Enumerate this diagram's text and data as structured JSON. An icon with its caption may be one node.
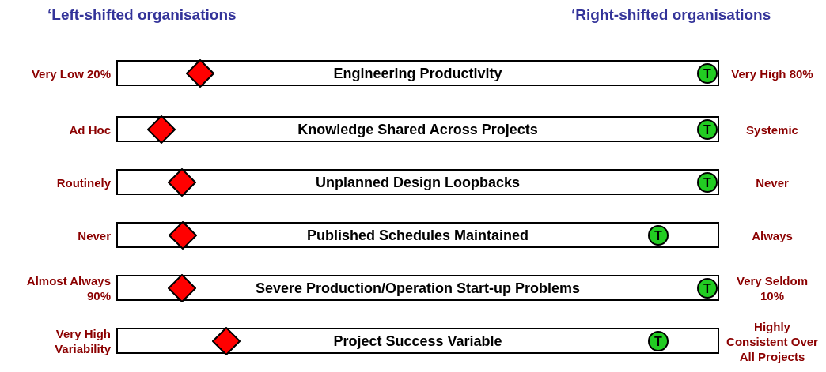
{
  "diagram": {
    "nodes": [
      {
        "text": [
          "Engineering Productivity"
        ],
        "beside": [
          "Very Low 20%",
          "Very High 80%"
        ]
      },
      {
        "text": [],
        "shape": "diamond",
        "in": 0
      },
      {
        "text": [
          "T"
        ],
        "in": 0
      },
      {
        "text": [
          "Knowledge Shared Across Projects"
        ],
        "beside": [
          "Ad Hoc",
          "Systemic"
        ]
      },
      {
        "text": [],
        "shape": "diamond",
        "in": 3
      },
      {
        "text": [
          "T"
        ],
        "in": 3
      },
      {
        "text": [
          "Unplanned Design Loopbacks"
        ],
        "beside": [
          "Routinely",
          "Never"
        ]
      },
      {
        "text": [],
        "shape": "diamond",
        "in": 6
      },
      {
        "text": [
          "T"
        ],
        "in": 6
      },
      {
        "text": [
          "Published Schedules Maintained"
        ],
        "beside": [
          "Never",
          "Always"
        ]
      },
      {
        "text": [],
        "shape": "diamond",
        "in": 9
      },
      {
        "text": [
          "T"
        ],
        "in": 9
      },
      {
        "text": [
          "Severe Production/Operation Start-up Problems"
        ],
        "beside": [
          "Almost Always 90%",
          "Very Seldom 10%"
        ]
      },
      {
        "text": [],
        "shape": "diamond",
        "in": 12
      },
      {
        "text": [
          "T"
        ],
        "in": 12
      },
      {
        "text": [
          "Project Success Variable"
        ],
        "beside": [
          "Very High Variability",
          "Highly Consistent Over All Projects"
        ]
      },
      {
        "text": [],
        "shape": "diamond",
        "in": 15
      },
      {
        "text": [
          "T"
        ],
        "in": 15
      }
    ],
    "labels": [
      "‘Left-shifted organisations",
      "‘Right-shifted organisations"
    ]
  }
}
